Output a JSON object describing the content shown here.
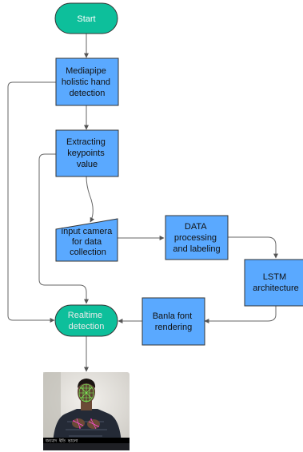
{
  "nodes": {
    "start": {
      "text": "Start"
    },
    "mediapipe": {
      "lines": [
        "Mediapipe",
        "holistic hand",
        "detection"
      ]
    },
    "extracting": {
      "lines": [
        "Extracting",
        "keypoints",
        "value"
      ]
    },
    "input_camera": {
      "lines": [
        "input camera",
        "for data",
        "collection"
      ]
    },
    "data_processing": {
      "lines": [
        "DATA",
        "processing",
        "and labeling"
      ]
    },
    "lstm": {
      "lines": [
        "LSTM",
        "architecture"
      ]
    },
    "banla": {
      "lines": [
        "Banla font",
        "rendering"
      ]
    },
    "realtime": {
      "lines": [
        "Realtime",
        "detection"
      ]
    }
  },
  "output_image": {
    "caption": "ধন্যবাদ  ইতি  ভালো"
  },
  "colors": {
    "process_fill": "#5aa9ff",
    "terminal_fill": "#0dbf9b",
    "stroke": "#333333",
    "edge": "#666666",
    "realtime_text": "#eaeaea"
  }
}
